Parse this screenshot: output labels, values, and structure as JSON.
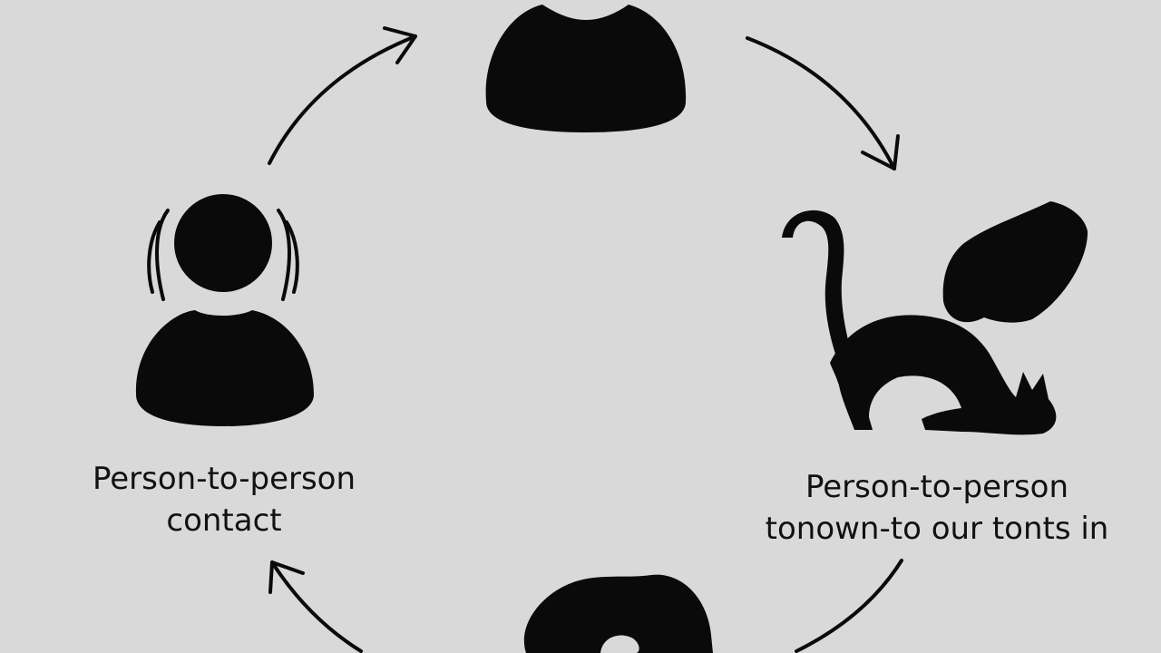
{
  "diagram": {
    "colors": {
      "background": "#d9d9d9",
      "ink": "#0a0a0a"
    },
    "nodes": [
      {
        "id": "top",
        "icon": "person-silhouette-icon"
      },
      {
        "id": "left",
        "icon": "person-with-motion-lines-icon"
      },
      {
        "id": "right",
        "icon": "cat-and-hand-icon"
      },
      {
        "id": "bottom",
        "icon": "swirl-blob-icon"
      }
    ],
    "labels": {
      "left": {
        "line1": "Person-to-person",
        "line2": "contact"
      },
      "right": {
        "line1": "Person-to-person",
        "line2": "tonown-to our tonts in"
      }
    }
  }
}
